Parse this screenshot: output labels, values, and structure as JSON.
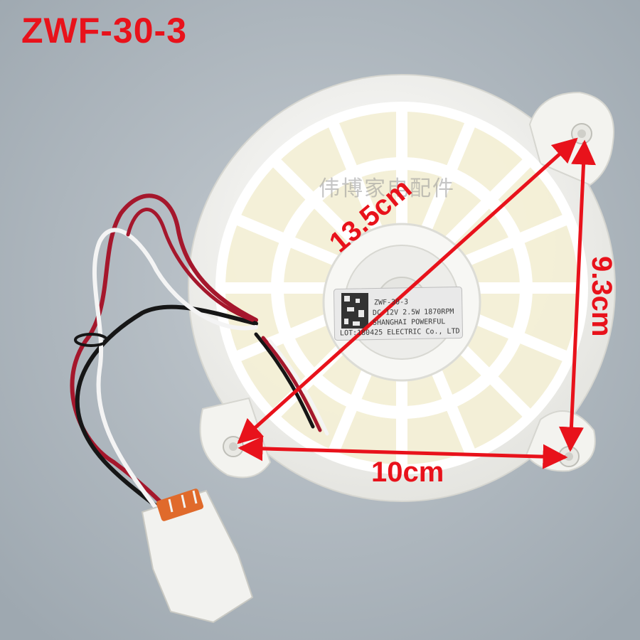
{
  "title": "ZWF-30-3",
  "watermark": "伟博家电配件",
  "dimensions": {
    "diagonal": "13.5cm",
    "vertical": "9.3cm",
    "horizontal": "10cm"
  },
  "motor_label": {
    "line1": "ZWF-30-3",
    "line2": "DC 12V 2.5W 1870RPM",
    "line3": "SHANGHAI POWERFUL",
    "line4": "LOT:180425 ELECTRIC Co., LTD"
  },
  "colors": {
    "background": "#a9b2b9",
    "accent_red": "#e8121b",
    "housing": "#f1f1ee",
    "blade": "#f3efd6",
    "wire_red": "#a5172c",
    "wire_black": "#161616",
    "connector_orange": "#e06a2b"
  }
}
